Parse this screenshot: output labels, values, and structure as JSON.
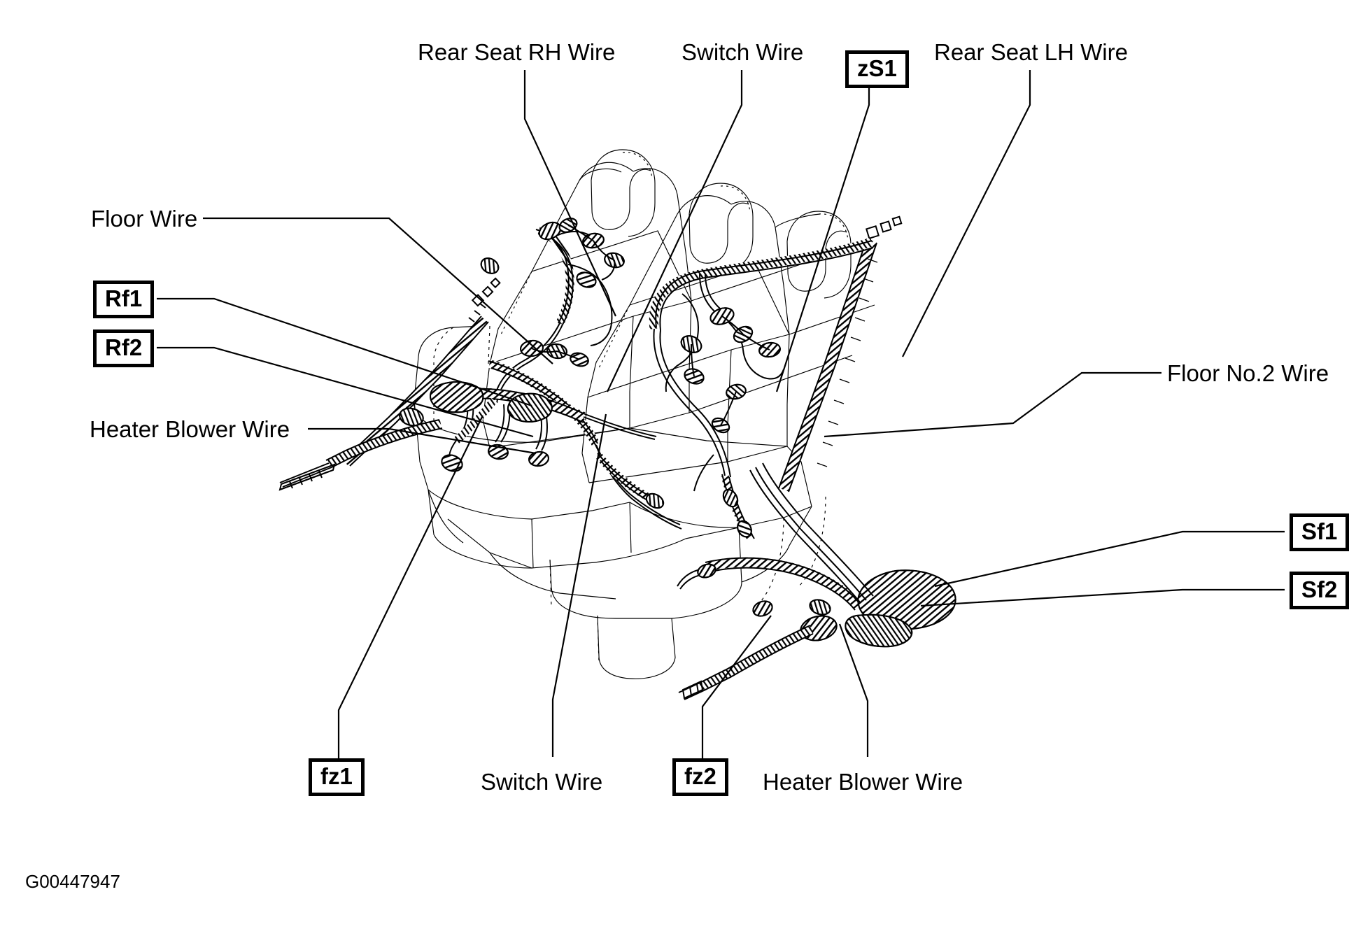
{
  "figure": {
    "code": "G00447947",
    "type": "automotive-wiring-harness-routing-diagram",
    "subject": "Rear seat wire harness routing"
  },
  "labels": {
    "rear_seat_rh_wire": "Rear Seat RH Wire",
    "switch_wire_top": "Switch Wire",
    "rear_seat_lh_wire": "Rear Seat LH Wire",
    "floor_wire": "Floor Wire",
    "heater_blower_wire_left": "Heater Blower Wire",
    "floor_no2_wire": "Floor No.2 Wire",
    "switch_wire_bottom": "Switch Wire",
    "heater_blower_wire_bottom": "Heater Blower Wire"
  },
  "connector_boxes": {
    "zS1": "zS1",
    "Rf1": "Rf1",
    "Rf2": "Rf2",
    "Sf1": "Sf1",
    "Sf2": "Sf2",
    "fz1": "fz1",
    "fz2": "fz2"
  },
  "colors": {
    "ink": "#000000",
    "background": "#ffffff",
    "ghost_outline": "#1a1a1a"
  }
}
